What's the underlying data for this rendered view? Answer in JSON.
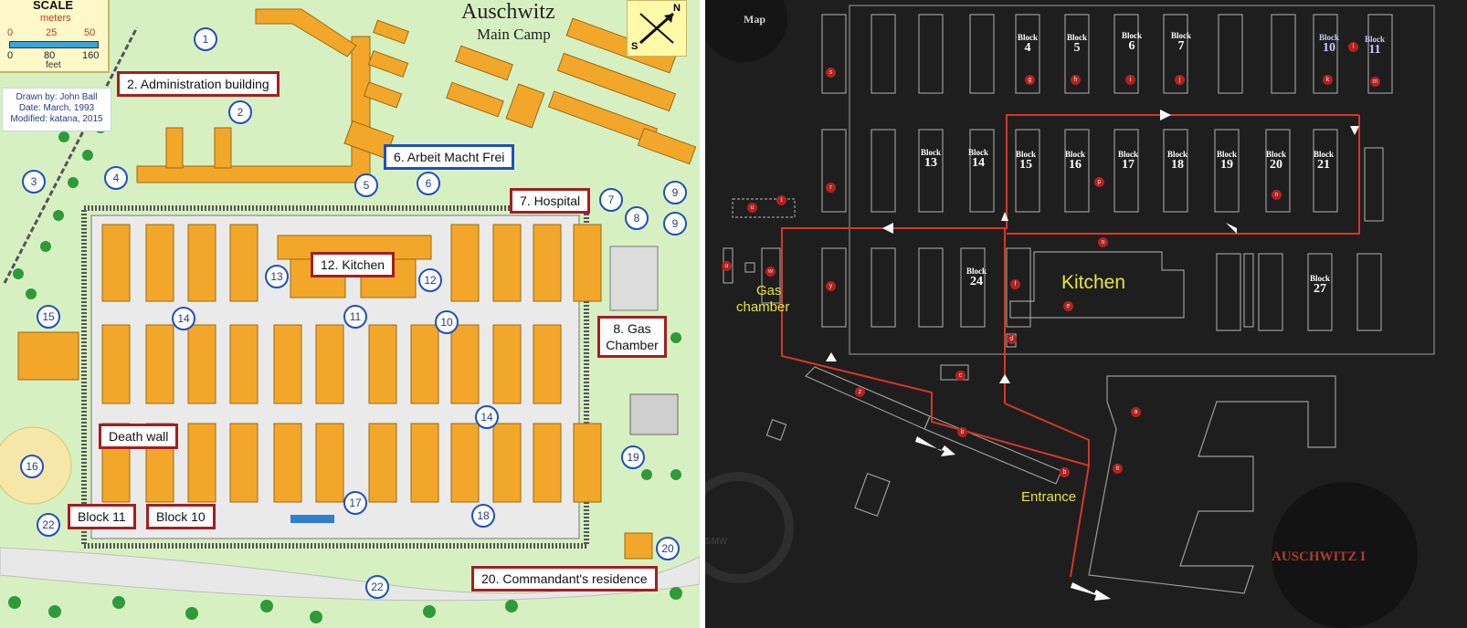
{
  "left_map": {
    "title": "Auschwitz",
    "subtitle": "Main Camp",
    "scale": {
      "title": "SCALE",
      "unit_top": "meters",
      "top_ticks": [
        "0",
        "25",
        "50"
      ],
      "bottom_ticks": [
        "0",
        "80",
        "160"
      ],
      "unit_bottom": "feet"
    },
    "credit": [
      "Drawn by: John Ball",
      "Date: March, 1993",
      "Modified: katana, 2015"
    ],
    "labels": {
      "administration": "2. Administration building",
      "arbeit": "6. Arbeit Macht Frei",
      "hospital": "7. Hospital",
      "kitchen": "12. Kitchen",
      "gas_chamber_1": "8. Gas",
      "gas_chamber_2": "Chamber",
      "death_wall": "Death wall",
      "block11": "Block 11",
      "block10": "Block 10",
      "commandant": "20. Commandant's residence"
    },
    "numbers": [
      "1",
      "2",
      "3",
      "4",
      "5",
      "6",
      "7",
      "8",
      "9",
      "9",
      "10",
      "11",
      "12",
      "13",
      "14",
      "14",
      "15",
      "16",
      "17",
      "18",
      "19",
      "20",
      "22",
      "22"
    ],
    "compass_letters": [
      "N",
      "S"
    ]
  },
  "right_map": {
    "map_label": "Map",
    "block_word": "Block",
    "blocks": [
      "4",
      "5",
      "6",
      "7",
      "10",
      "11",
      "13",
      "14",
      "15",
      "16",
      "17",
      "18",
      "19",
      "20",
      "21",
      "24",
      "27"
    ],
    "kitchen": "Kitchen",
    "gas_chamber_1": "Gas",
    "gas_chamber_2": "chamber",
    "entrance": "Entrance",
    "brand": "AUSCHWITZ I",
    "watermark": "SMW",
    "markers": [
      "a",
      "b",
      "b",
      "c",
      "d",
      "e",
      "f",
      "g",
      "h",
      "i",
      "j",
      "k",
      "l",
      "m",
      "n",
      "o",
      "p",
      "r",
      "s",
      "t",
      "u",
      "u",
      "w",
      "y",
      "z",
      "it"
    ]
  },
  "colors": {
    "left_bg": "#d7f0c2",
    "building": "#f3a72a",
    "label_red": "#a51d22",
    "label_blue": "#1f4fbf",
    "right_bg": "#1e1e1e",
    "route": "#d8352a",
    "annotation_yellow": "#e8e43a"
  }
}
